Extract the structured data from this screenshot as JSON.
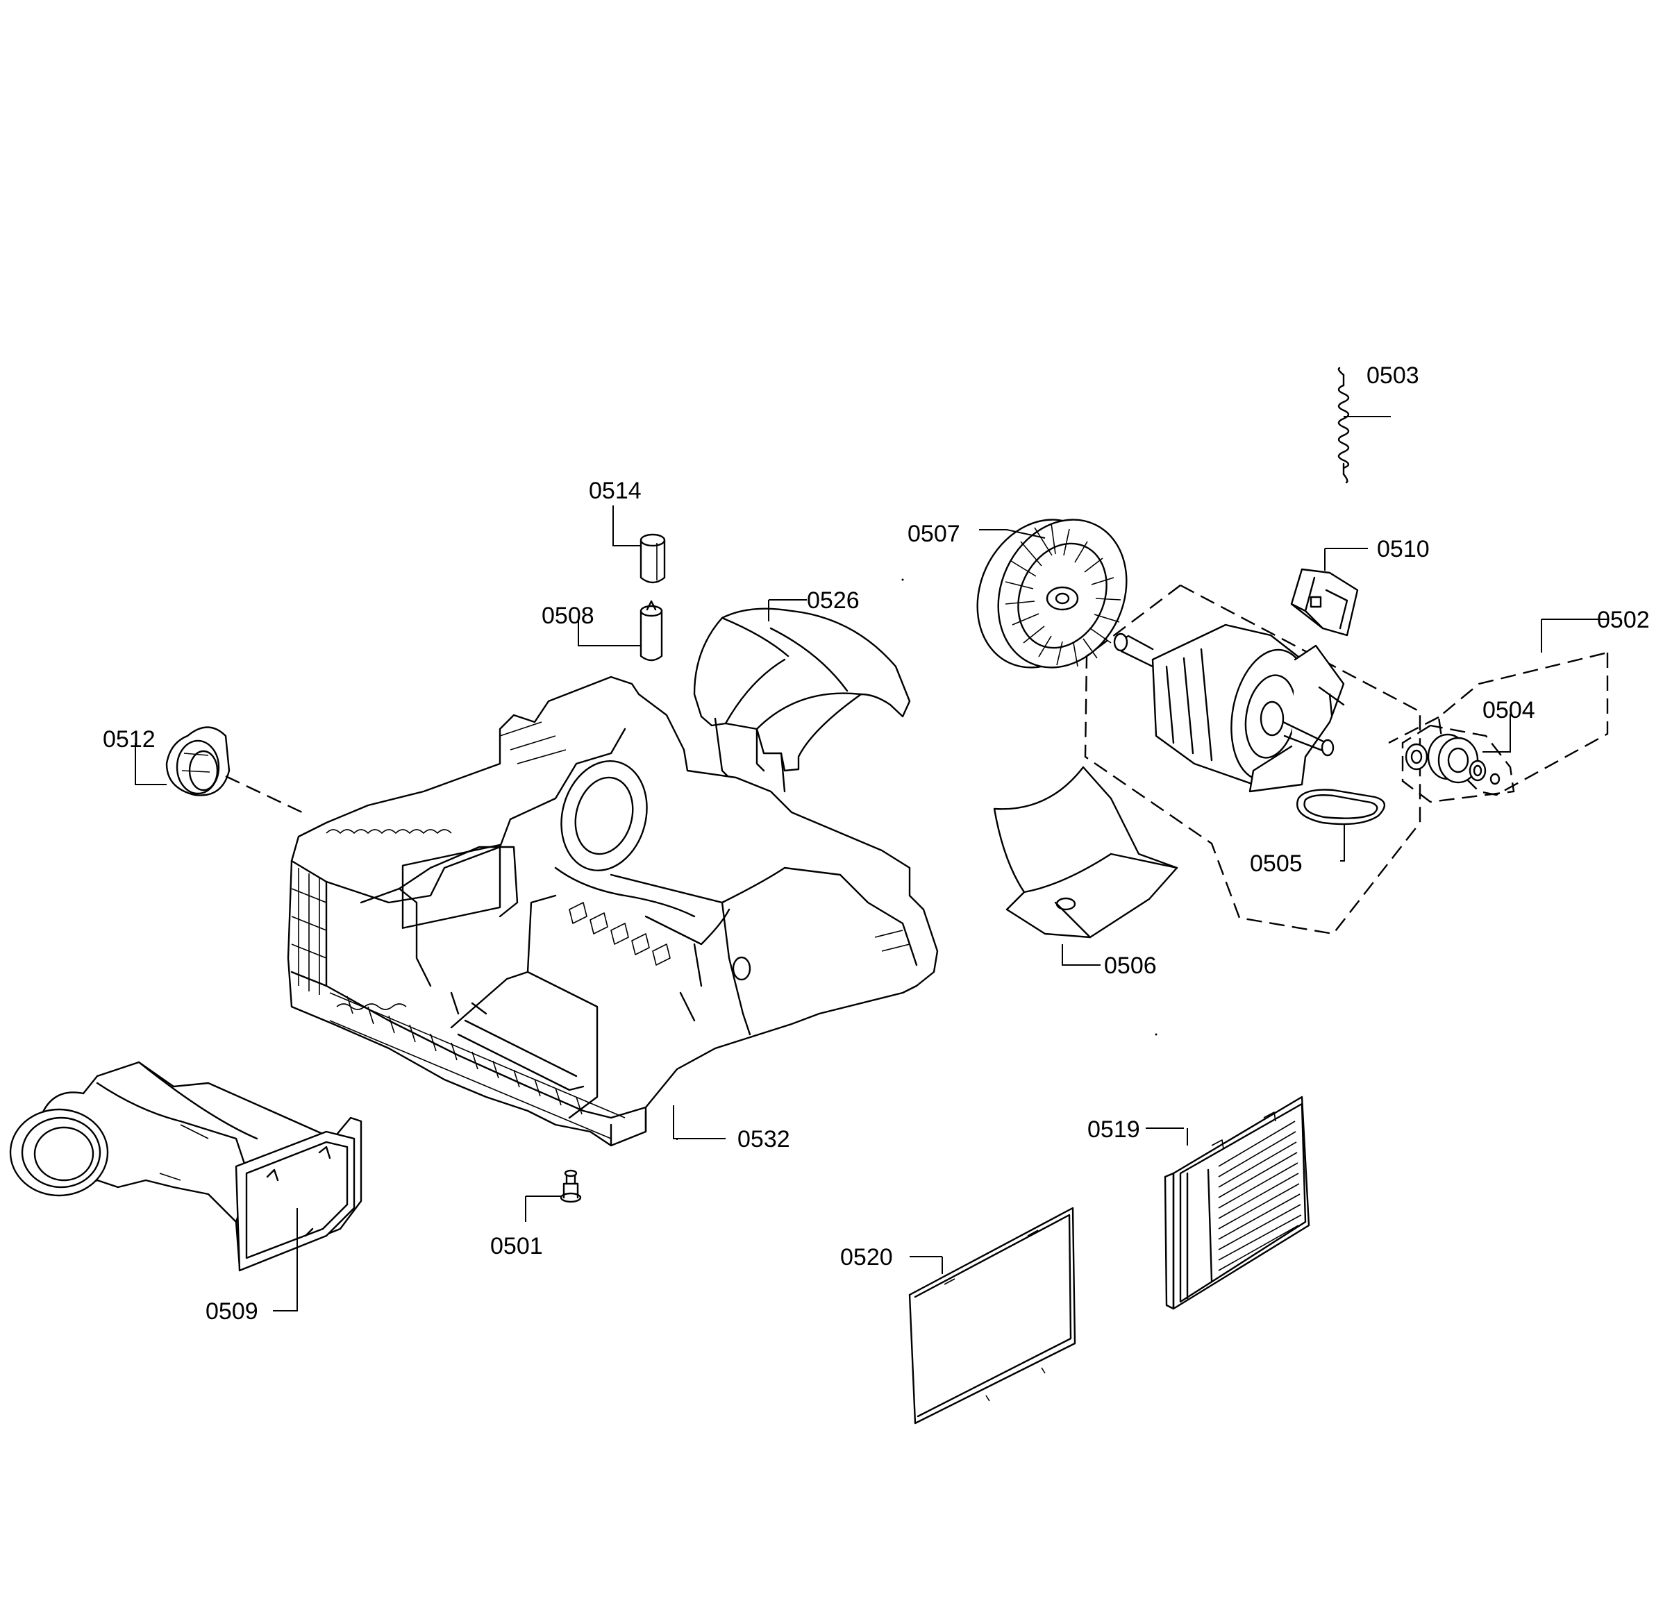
{
  "diagram": {
    "part_labels": [
      "0503",
      "0514",
      "0510",
      "0507",
      "0526",
      "0508",
      "0502",
      "0504",
      "0512",
      "0505",
      "0506",
      "0532",
      "0519",
      "0501",
      "0520",
      "0509"
    ]
  },
  "colors": {
    "line": "#000000",
    "background": "#ffffff"
  }
}
